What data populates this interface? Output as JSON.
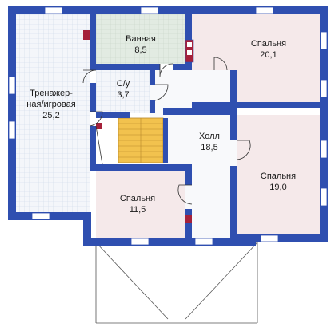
{
  "rooms": [
    {
      "id": "gym",
      "name_line1": "Тренажер-",
      "name_line2": "ная/игровая",
      "area": "25,2"
    },
    {
      "id": "bath",
      "name": "Ванная",
      "area": "8,5"
    },
    {
      "id": "bedroom1",
      "name": "Спальня",
      "area": "20,1"
    },
    {
      "id": "wc",
      "name": "С/у",
      "area": "3,7"
    },
    {
      "id": "hall",
      "name": "Холл",
      "area": "18,5"
    },
    {
      "id": "bedroom2",
      "name": "Спальня",
      "area": "19,0"
    },
    {
      "id": "bedroom3",
      "name": "Спальня",
      "area": "11,5"
    }
  ],
  "colors": {
    "wall": "#2f4fb0",
    "floor_default": "#f2f5f9",
    "floor_bath": "#dfe9df",
    "floor_bedroom": "#f6eaea",
    "stairs": "#f0c150",
    "chimney": "#a5213a"
  }
}
